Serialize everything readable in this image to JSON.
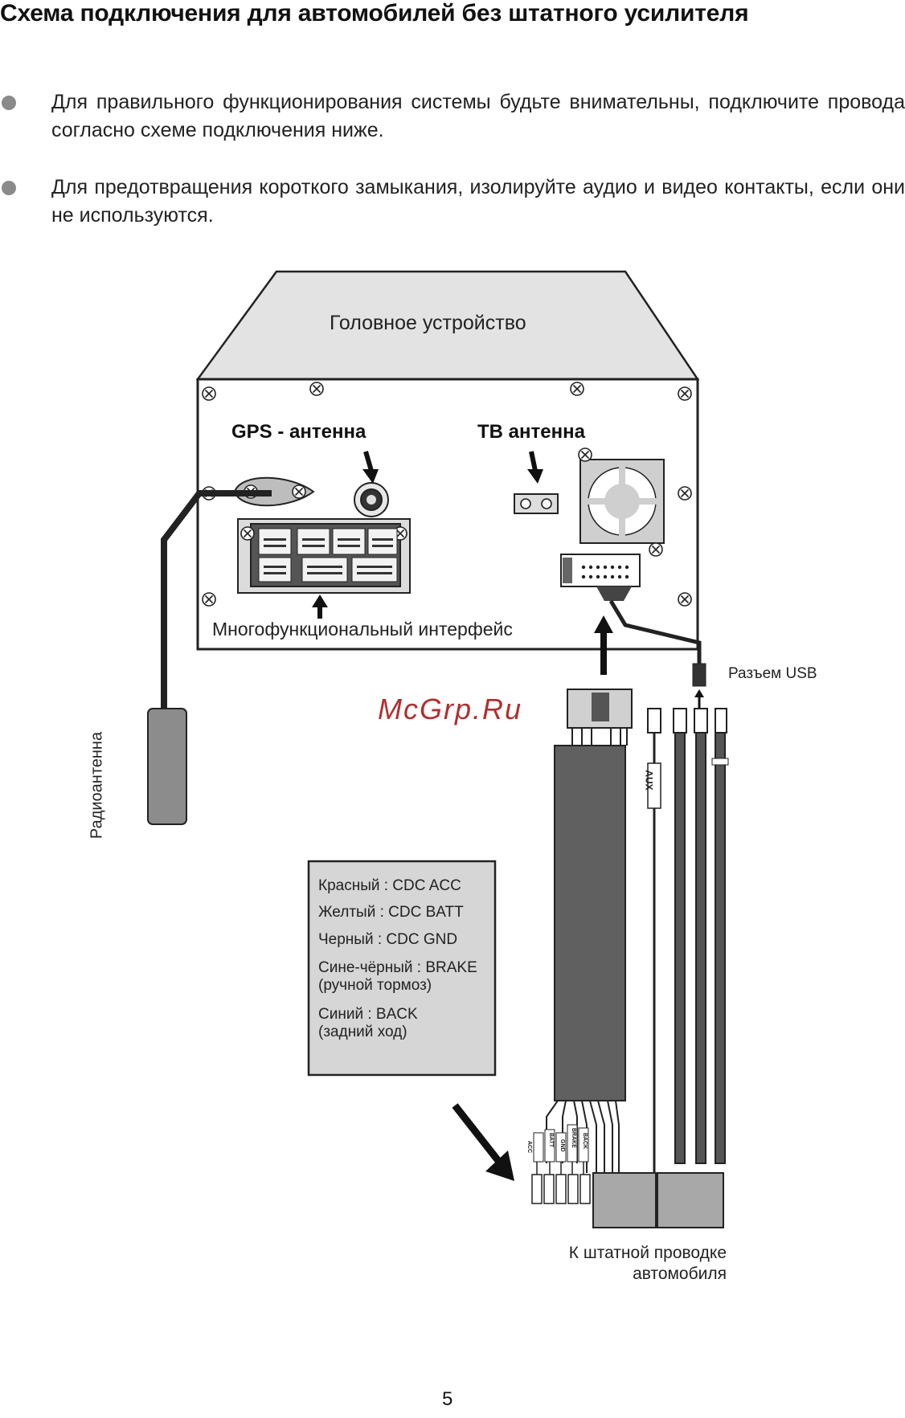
{
  "page": {
    "title": "Схема подключения для автомобилей без штатного усилителя",
    "bullets": [
      "Для правильного функционирования системы будьте внимательны, подключите провода согласно схеме подключения ниже.",
      "Для предотвращения короткого замыкания, изолируйте аудио и видео контакты, если они не используются."
    ],
    "page_number": "5"
  },
  "diagram": {
    "head_unit_label": "Головное устройство",
    "gps_antenna_label": "GPS - антенна",
    "tv_antenna_label": "ТВ антенна",
    "multifunction_interface_label": "Многофункциональный интерфейс",
    "usb_connector_label": "Разъем USB",
    "radio_antenna_label": "Радиоантенна",
    "aux_label": "AUX",
    "watermark": "McGrp.Ru",
    "to_vehicle_wiring_line1": "К штатной проводке",
    "to_vehicle_wiring_line2": "автомобиля",
    "wire_tags": [
      "ACC",
      "BATT",
      "GND",
      "BRAKE",
      "BACK"
    ],
    "legend": [
      {
        "line1": "Красный : CDC ACC",
        "line2": ""
      },
      {
        "line1": "Желтый : CDC BATT",
        "line2": ""
      },
      {
        "line1": "Черный : CDC GND",
        "line2": ""
      },
      {
        "line1": "Сине-чёрный : BRAKE",
        "line2": "(ручной тормоз)"
      },
      {
        "line1": "Синий : BACK",
        "line2": "(задний ход)"
      }
    ]
  }
}
